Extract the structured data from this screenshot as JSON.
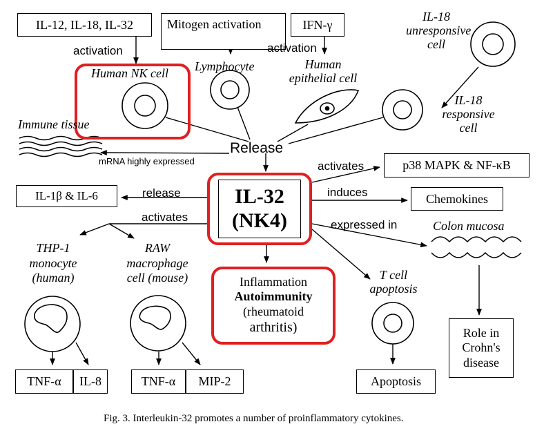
{
  "center": {
    "line1": "IL-32",
    "line2": "(NK4)"
  },
  "boxes": {
    "il12_il18_il32": "IL-12, IL-18, IL-32",
    "mitogen_activation": "Mitogen activation",
    "ifn_gamma": "IFN-γ",
    "il1b_il6": "IL-1β & IL-6",
    "p38_mapk_nfkb": "p38 MAPK & NF-κB",
    "chemokines": "Chemokines",
    "inflammation": "Inflammation",
    "autoimmunity": "Autoimmunity",
    "rheumatoid": "(rheumatoid",
    "arthritis": "arthritis)",
    "crohns_1": "Role in",
    "crohns_2": "Crohn's",
    "crohns_3": "disease",
    "tnf_alpha": "TNF-α",
    "il8": "IL-8",
    "mip2": "MIP-2",
    "apoptosis": "Apoptosis"
  },
  "labels": {
    "activation": "activation",
    "human_nk_cell": "Human NK cell",
    "lymphocyte": "Lymphocyte",
    "human_epithelial_1": "Human",
    "human_epithelial_2": "epithelial cell",
    "il18_unresp_1": "IL-18",
    "il18_unresp_2": "unresponsive",
    "il18_unresp_3": "cell",
    "il18_resp_1": "IL-18",
    "il18_resp_2": "responsive",
    "il18_resp_3": "cell",
    "immune_tissue": "Immune tissue",
    "mrna_highly_expressed": "mRNA highly expressed",
    "release_main": "Release",
    "release_small": "release",
    "activates": "activates",
    "induces": "induces",
    "expressed_in": "expressed in",
    "colon_mucosa": "Colon mucosa",
    "thp1_1": "THP-1",
    "thp1_2": "monocyte",
    "thp1_3": "(human)",
    "raw_1": "RAW",
    "raw_2": "macrophage",
    "raw_3": "cell (mouse)",
    "tcell_1": "T cell",
    "tcell_2": "apoptosis"
  },
  "caption": "Fig. 3. Interleukin-32 promotes a number of proinflammatory cytokines.",
  "colors": {
    "highlight": "#e02020",
    "line": "#000000"
  }
}
